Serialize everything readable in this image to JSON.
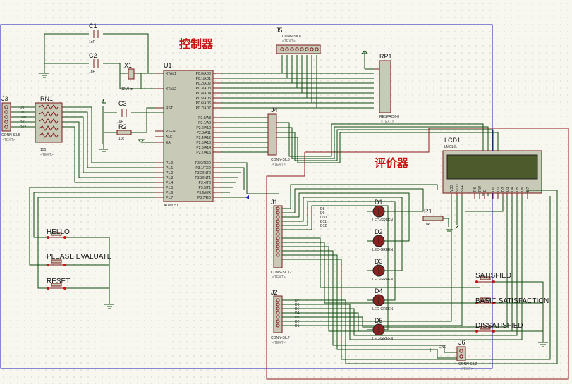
{
  "sections": {
    "controller": "控制器",
    "evaluator": "评价器"
  },
  "parts": {
    "c1": {
      "ref": "C1",
      "value": "1nF"
    },
    "c2": {
      "ref": "C2",
      "value": "1nF"
    },
    "c3": {
      "ref": "C3",
      "value": "1uF"
    },
    "x1": {
      "ref": "X1",
      "value": "12MHz"
    },
    "r2": {
      "ref": "R2",
      "value": "10k"
    },
    "r1": {
      "ref": "R1",
      "value": "10k"
    },
    "u1": {
      "ref": "U1",
      "part": "AT89C51"
    },
    "j3": {
      "ref": "J3",
      "part": "CONN-SIL5"
    },
    "j5": {
      "ref": "J5",
      "part": "CONN-SIL8"
    },
    "j4": {
      "ref": "J4",
      "part": "CONN-SIL8"
    },
    "j1": {
      "ref": "J1",
      "part": "CONN-SIL12"
    },
    "j2": {
      "ref": "J2",
      "part": "CONN-SIL7"
    },
    "j6": {
      "ref": "J6",
      "part": "CONN-SIL2"
    },
    "rn1": {
      "ref": "RN1",
      "value": "150"
    },
    "rp1": {
      "ref": "RP1",
      "part": "RESPACK-8"
    },
    "lcd1": {
      "ref": "LCD1",
      "part": "LM016L"
    },
    "text_placeholder": "<TEXT>",
    "led_part": "LED-GREEN",
    "gnd": "GND"
  },
  "leds": [
    "D1",
    "D2",
    "D3",
    "D4",
    "D5"
  ],
  "buttons": {
    "hello": "HELLO",
    "please_evaluate": "PLEASE EVALUATE",
    "reset": "RESET",
    "satisfied": "SATISFIED",
    "basic_satisfaction": "BASIC SATISFACTION",
    "dissatisfied": "DISSATISFIED"
  },
  "u1_pins": {
    "left": [
      "XTAL1",
      "XTAL2",
      "RST",
      "PSEN",
      "ALE",
      "EA",
      "P1.0",
      "P1.1",
      "P1.2",
      "P1.3",
      "P1.4",
      "P1.5",
      "P1.6",
      "P1.7"
    ],
    "right_p0": [
      "P0.0/AD0",
      "P0.1/AD1",
      "P0.2/AD2",
      "P0.3/AD3",
      "P0.4/AD4",
      "P0.5/AD5",
      "P0.6/AD6",
      "P0.7/AD7"
    ],
    "right_p2": [
      "P2.0/A8",
      "P2.1/A9",
      "P2.2/A10",
      "P2.3/A11",
      "P2.4/A12",
      "P2.5/A13",
      "P2.6/A14",
      "P2.7/A15"
    ],
    "right_p3": [
      "P3.0/RXD",
      "P3.1/TXD",
      "P3.2/INT0",
      "P3.3/INT1",
      "P3.4/T0",
      "P3.5/T1",
      "P3.6/WR",
      "P3.7/RD"
    ]
  },
  "lcd_pins": [
    "VSS",
    "VDD",
    "VEE",
    "RS",
    "RW",
    "E",
    "D0",
    "D1",
    "D2",
    "D3",
    "D4",
    "D5",
    "D6",
    "D7"
  ],
  "j3_nets": [
    "D9",
    "D8",
    "D10",
    "D11",
    "D12"
  ],
  "j1_nets": [
    "D8",
    "D9",
    "D10",
    "D11",
    "D12",
    "",
    "",
    "",
    "",
    "",
    "",
    ""
  ],
  "j2_nets": [
    "D7",
    "D6",
    "D5",
    "D4",
    "D3",
    "D2",
    "D1"
  ]
}
